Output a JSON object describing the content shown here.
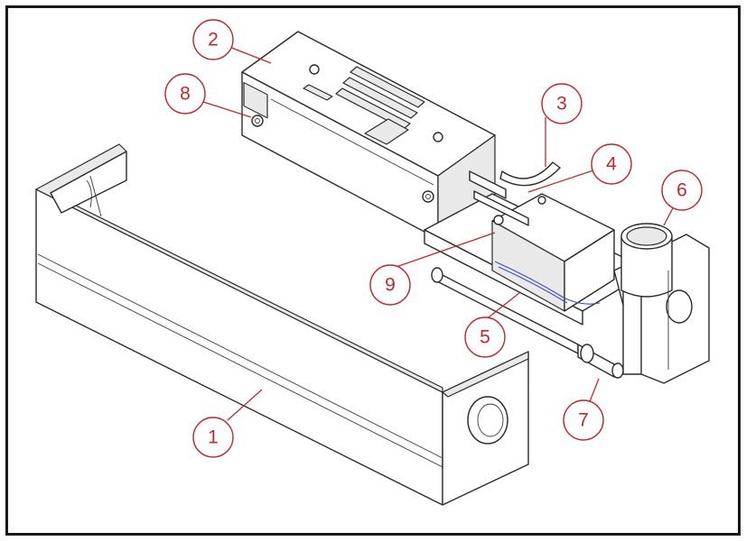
{
  "callouts": [
    {
      "id": "1",
      "label": "1"
    },
    {
      "id": "2",
      "label": "2"
    },
    {
      "id": "3",
      "label": "3"
    },
    {
      "id": "4",
      "label": "4"
    },
    {
      "id": "5",
      "label": "5"
    },
    {
      "id": "6",
      "label": "6"
    },
    {
      "id": "7",
      "label": "7"
    },
    {
      "id": "8",
      "label": "8"
    },
    {
      "id": "9",
      "label": "9"
    }
  ],
  "colors": {
    "callout": "#c0282d",
    "linework": "#2b2b2b",
    "cable": "#3b4fc4"
  }
}
